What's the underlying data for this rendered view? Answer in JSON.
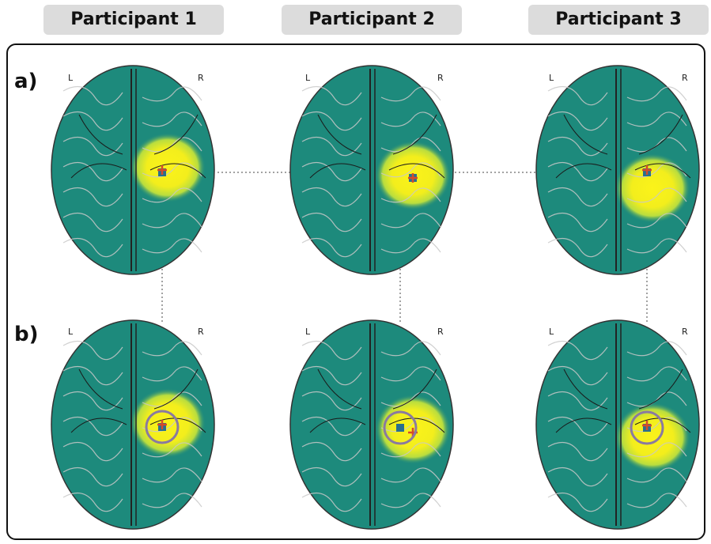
{
  "headers": [
    "Participant 1",
    "Participant 2",
    "Participant 3"
  ],
  "row_labels": [
    "a)",
    "b)"
  ],
  "hemisphere_labels": {
    "left": "L",
    "right": "R"
  },
  "colors": {
    "brain": "#1d8a7c",
    "hotspot": "#f5ef1a",
    "hotspot_edge": "#a8d84a",
    "marker_cross": "#d64b2a",
    "marker_square": "#2a6f8f",
    "circle": "#8a7aa0",
    "header_bg": "#dcdcdc"
  },
  "panels": [
    {
      "row": "a",
      "participant": 1,
      "marker_circle": false
    },
    {
      "row": "a",
      "participant": 2,
      "marker_circle": false
    },
    {
      "row": "a",
      "participant": 3,
      "marker_circle": false
    },
    {
      "row": "b",
      "participant": 1,
      "marker_circle": true
    },
    {
      "row": "b",
      "participant": 2,
      "marker_circle": true
    },
    {
      "row": "b",
      "participant": 3,
      "marker_circle": true
    }
  ]
}
